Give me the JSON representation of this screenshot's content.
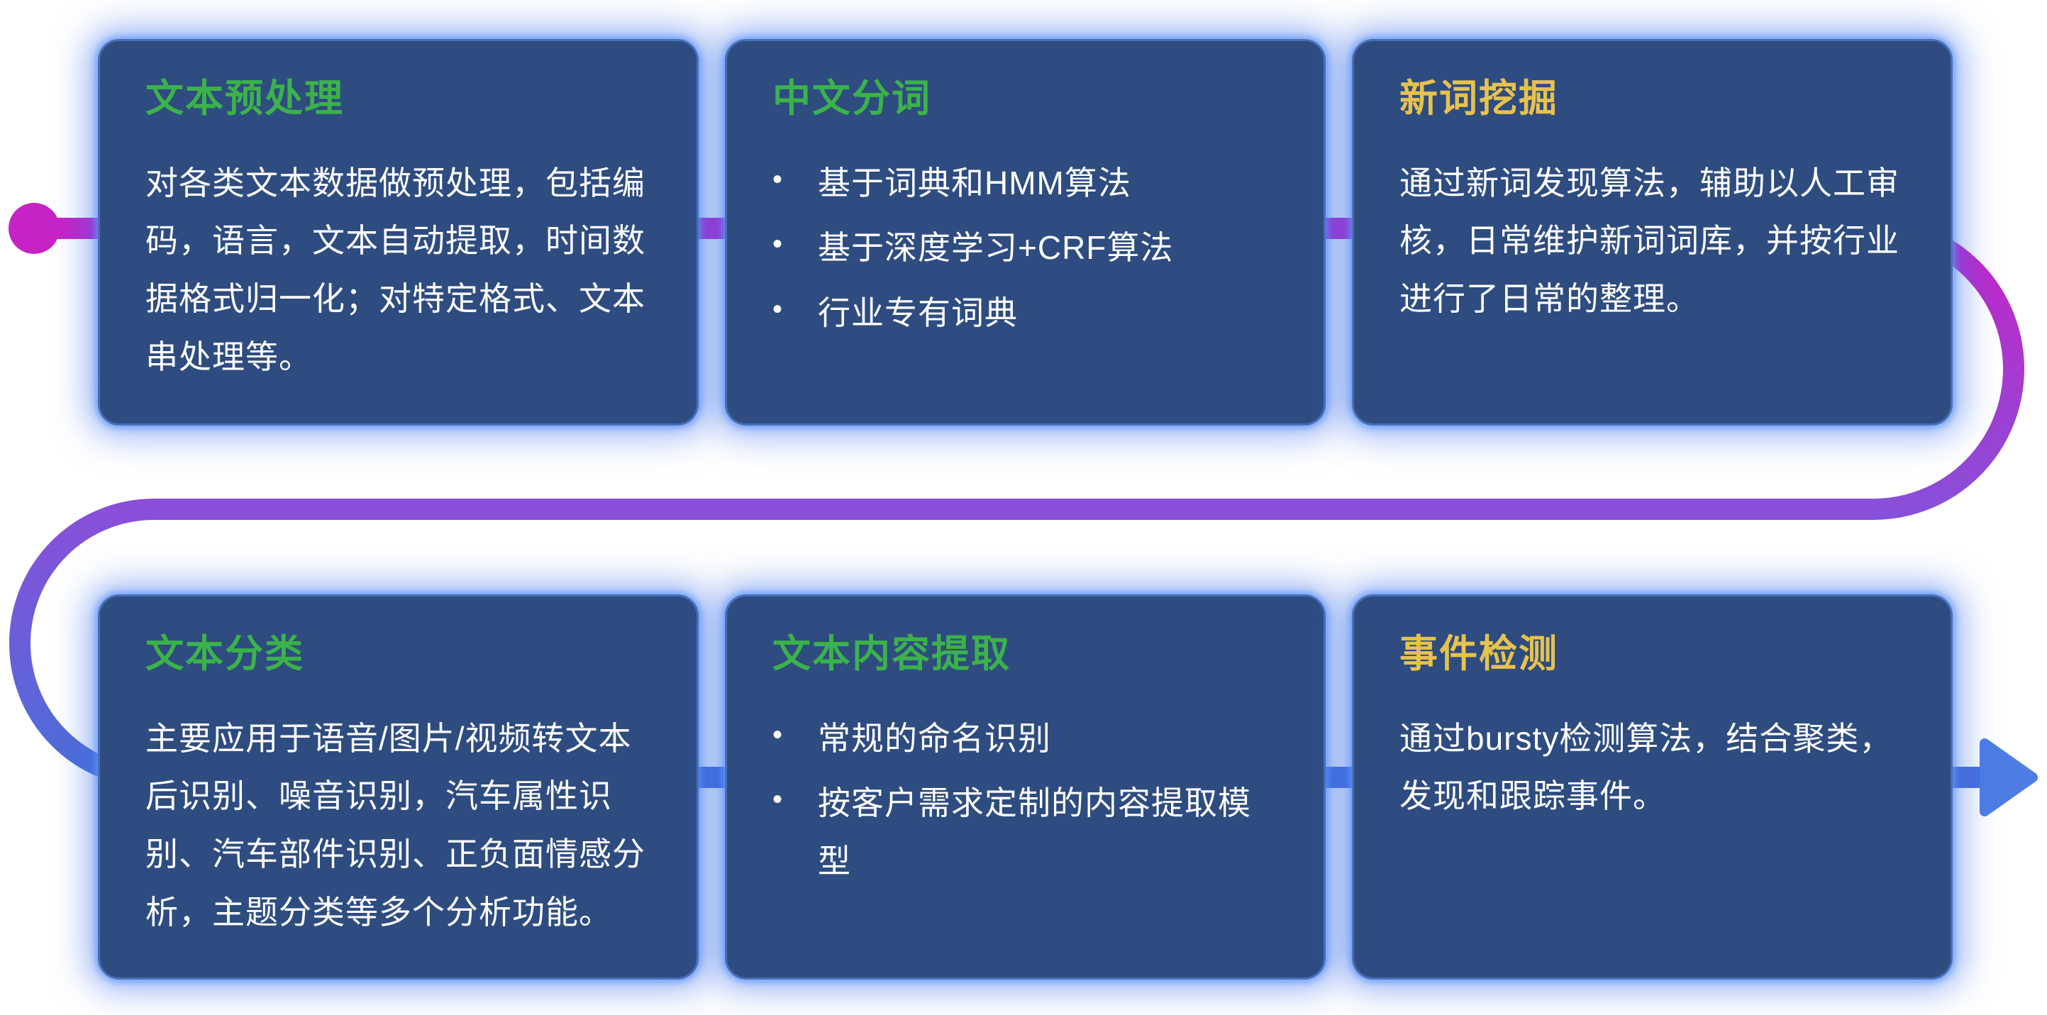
{
  "ui": {
    "bullet_char": "•"
  },
  "theme": {
    "card_bg": "#2e4c80",
    "card_glow": "#4a82e8",
    "body_text": "#ffffff",
    "title_green": "#3bb24a",
    "title_yellow": "#e6c24e"
  },
  "flow": {
    "start_color": "#c623c6",
    "mid_color": "#8a4ed8",
    "end_color": "#4a6fd8",
    "arrow_color": "#4d7de5"
  },
  "cards": [
    {
      "title": "文本预处理",
      "title_color": "#3bb24a",
      "type": "paragraph",
      "body": "对各类文本数据做预处理，包括编码，语言，文本自动提取，时间数据格式归一化；对特定格式、文本串处理等。"
    },
    {
      "title": "中文分词",
      "title_color": "#3bb24a",
      "type": "bullets",
      "bullets": [
        "基于词典和HMM算法",
        "基于深度学习+CRF算法",
        "行业专有词典"
      ]
    },
    {
      "title": "新词挖掘",
      "title_color": "#e6c24e",
      "type": "paragraph",
      "body": "通过新词发现算法，辅助以人工审核，日常维护新词词库，并按行业进行了日常的整理。"
    },
    {
      "title": "文本分类",
      "title_color": "#3bb24a",
      "type": "paragraph",
      "body": "主要应用于语音/图片/视频转文本后识别、噪音识别，汽车属性识别、汽车部件识别、正负面情感分析，主题分类等多个分析功能。"
    },
    {
      "title": "文本内容提取",
      "title_color": "#3bb24a",
      "type": "bullets",
      "bullets": [
        "常规的命名识别",
        "按客户需求定制的内容提取模型"
      ]
    },
    {
      "title": "事件检测",
      "title_color": "#e6c24e",
      "type": "paragraph",
      "body": "通过bursty检测算法，结合聚类，发现和跟踪事件。"
    }
  ]
}
